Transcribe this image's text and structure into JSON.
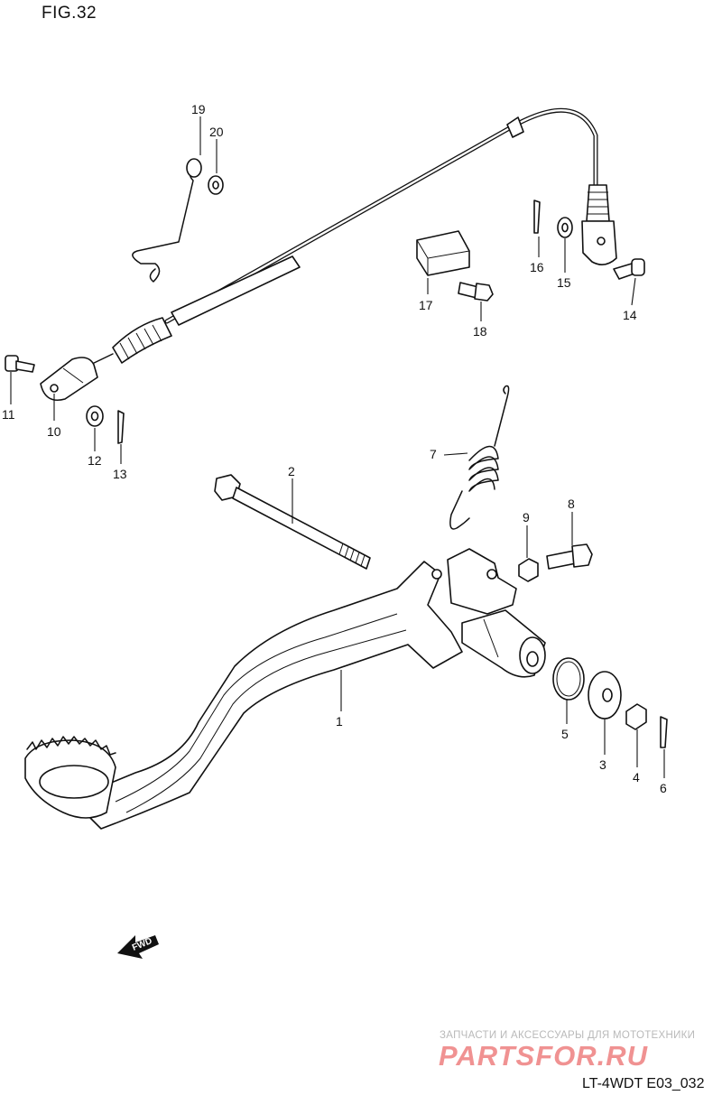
{
  "figure": {
    "title": "FIG.32",
    "drawing_code": "LT-4WDT E03_032"
  },
  "parts": [
    {
      "number": "1"
    },
    {
      "number": "2"
    },
    {
      "number": "3"
    },
    {
      "number": "4"
    },
    {
      "number": "5"
    },
    {
      "number": "6"
    },
    {
      "number": "7"
    },
    {
      "number": "8"
    },
    {
      "number": "9"
    },
    {
      "number": "10"
    },
    {
      "number": "11"
    },
    {
      "number": "12"
    },
    {
      "number": "13"
    },
    {
      "number": "14"
    },
    {
      "number": "15"
    },
    {
      "number": "16"
    },
    {
      "number": "17"
    },
    {
      "number": "18"
    },
    {
      "number": "19"
    },
    {
      "number": "20"
    }
  ],
  "direction_arrow": {
    "label": "FWD"
  },
  "watermark": {
    "tagline": "ЗАПЧАСТИ И АКСЕССУАРЫ ДЛЯ МОТОТЕХНИКИ",
    "brand": "PARTSFOR.RU",
    "brand_color": "#e43a3a"
  }
}
